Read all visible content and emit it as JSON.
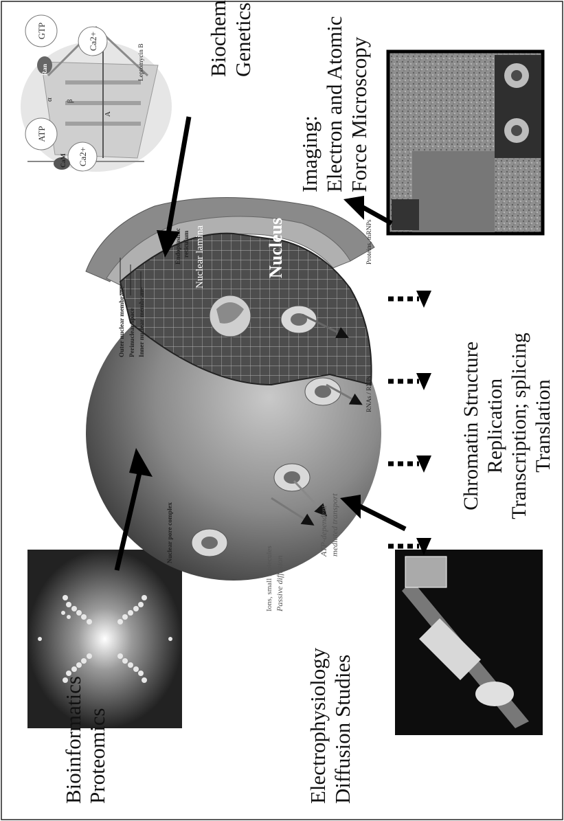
{
  "top_left": {
    "title_lines": [
      "Biochemistry",
      "Genetics"
    ],
    "molecules": [
      "GTP",
      "ATP",
      "Ran",
      "Ca2+",
      "Ca2+",
      "CaM",
      "α",
      "β",
      "A",
      "Leptomycin B"
    ]
  },
  "top_right": {
    "title_lines": [
      "Bioinformatics",
      "Proteomics"
    ]
  },
  "bottom_left": {
    "title_lines": [
      "Imaging:",
      "Electron and Atomic",
      "Force Microscopy"
    ]
  },
  "bottom_right": {
    "title_lines": [
      "Electrophysiology",
      "Diffusion Studies"
    ]
  },
  "nucleus": {
    "center_label": "Nucleus",
    "lamina_label": "Nuclear lamina",
    "membrane_labels": [
      "Outer nuclear membrane",
      "Perinuclear space",
      "Inner nuclear membrane"
    ],
    "er_label_lines": [
      "Endoplasmic",
      "reticulum"
    ],
    "pore_label": "Nuclear pore complex",
    "cargo_labels": [
      "Proteins, mRNPs",
      "RNAs / RNPs"
    ],
    "diffusion_lines": [
      "Ions, small molecules",
      "Passive diffusion"
    ],
    "atp_lines": [
      "ATP-dependent",
      "mediated transport"
    ]
  },
  "outcomes": [
    "Chromatin Structure",
    "Replication",
    "Transcription; splicing",
    "Translation"
  ]
}
